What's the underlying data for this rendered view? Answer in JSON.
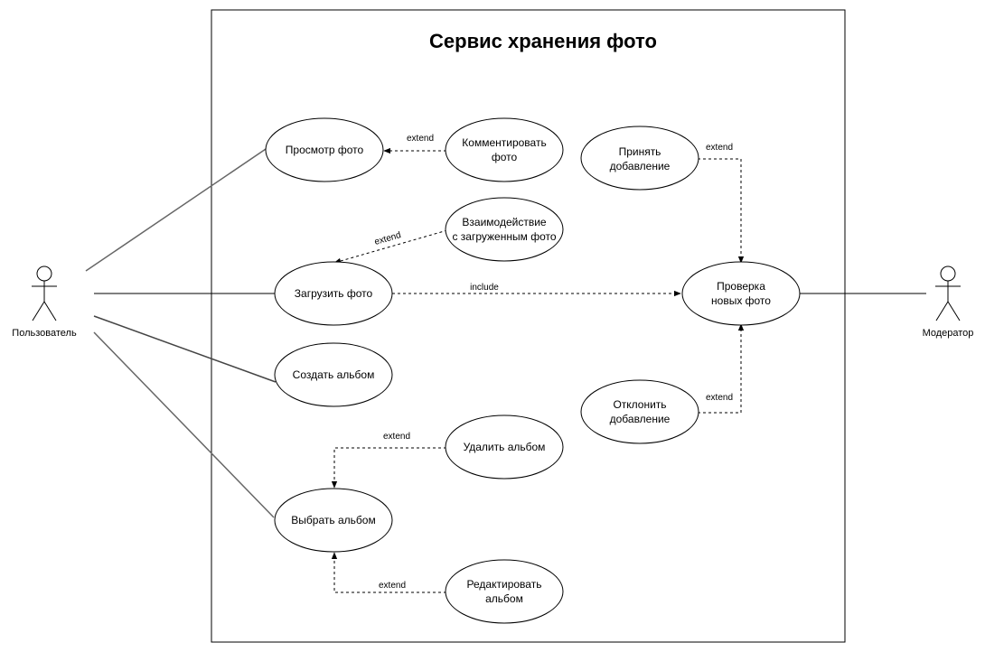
{
  "system": {
    "title": "Сервис хранения фото"
  },
  "actors": {
    "user": "Пользователь",
    "moderator": "Модератор"
  },
  "use_cases": {
    "view": [
      "Просмотр фото"
    ],
    "comment": [
      "Комментировать",
      "фото"
    ],
    "interact": [
      "Взаимодействие",
      "с загруженным фото"
    ],
    "upload": [
      "Загрузить фото"
    ],
    "create_album": [
      "Создать альбом"
    ],
    "delete_album": [
      "Удалить альбом"
    ],
    "select_album": [
      "Выбрать альбом"
    ],
    "edit_album": [
      "Редактировать",
      "альбом"
    ],
    "accept": [
      "Принять",
      "добавление"
    ],
    "check": [
      "Проверка",
      "новых фото"
    ],
    "reject": [
      "Отклонить",
      "добавление"
    ]
  },
  "relations": {
    "comment_view": "extend",
    "interact_upload": "extend",
    "upload_check": "include",
    "accept_check": "extend",
    "reject_check": "extend",
    "delete_select": "extend",
    "edit_select": "extend"
  }
}
